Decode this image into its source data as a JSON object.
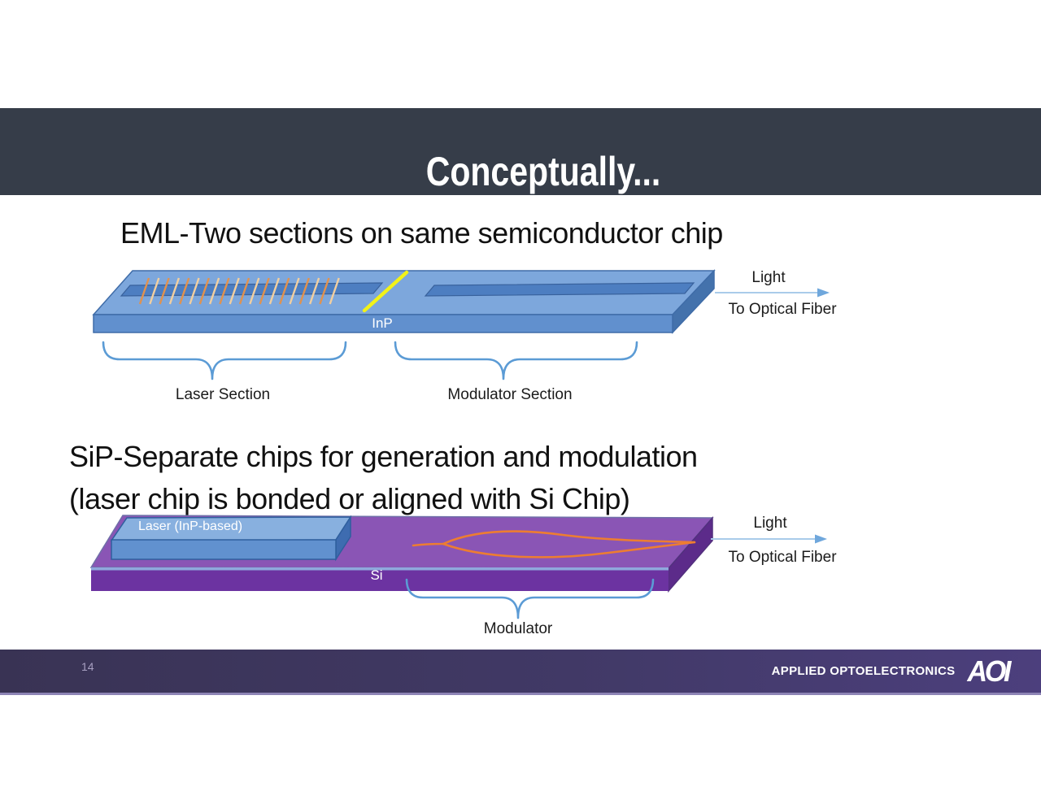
{
  "slide": {
    "title": "Conceptually...",
    "page_number": "14",
    "brand": "APPLIED OPTOELECTRONICS",
    "logo": "AOI"
  },
  "eml": {
    "heading": "EML-Two sections on same semiconductor chip",
    "substrate": "InP",
    "light": "Light",
    "to_fiber": "To Optical Fiber",
    "laser_section": "Laser Section",
    "modulator_section": "Modulator Section"
  },
  "sip": {
    "heading_line1": "SiP-Separate chips for generation and modulation",
    "heading_line2": "(laser chip is bonded or aligned with Si Chip)",
    "laser_chip": "Laser (InP-based)",
    "substrate": "Si",
    "light": "Light",
    "to_fiber": "To Optical Fiber",
    "modulator": "Modulator"
  },
  "colors": {
    "title_bar": "#363d49",
    "chip_top": "#7da7dc",
    "chip_front": "#6190ce",
    "chip_side": "#4472ac",
    "chip_outline": "#3f6ca8",
    "inset": "#4d7ec1",
    "inset_outline": "#38619c",
    "hatch_orange": "#e0924f",
    "hatch_pale": "#f2cfa0",
    "laser_stripe_yellow": "#f2f218",
    "brace_blue": "#5b9bd5",
    "arrow_line_blue": "#a9cbea",
    "arrow_head_blue": "#6fa7dc",
    "si_top": "#8a55b5",
    "si_front": "#6c33a1",
    "si_side": "#5c2b8a",
    "si_edge_strip": "#8fa8dc",
    "laser_box_top": "#88b0df",
    "laser_box_front": "#6191cf",
    "laser_box_side": "#3e6cb0",
    "laser_box_outline": "#2f5f9e",
    "waveguide_orange": "#ed7d31",
    "footer_left": "#393354",
    "footer_right": "#4c3f7d"
  }
}
